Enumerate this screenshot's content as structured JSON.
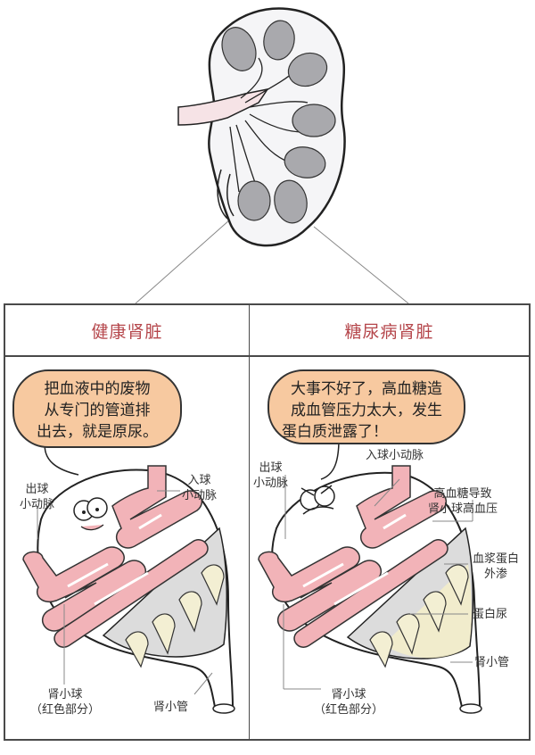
{
  "diagram": {
    "top_illustration": "kidney-cross-section",
    "colors": {
      "title_text": "#b5464b",
      "bubble_fill": "#f7c9a0",
      "glomerulus_pink": "#f2b3b8",
      "tubule_cream": "#f3efd3",
      "capsule_gray": "#dcdcdc",
      "frame": "#4a4a4a"
    },
    "panels": [
      {
        "title": "健康肾脏",
        "bubble_lines": [
          "把血液中的废物",
          "从专门的管道排",
          "出去，就是原尿。"
        ],
        "labels": {
          "efferent_line1": "出球",
          "efferent_line2": "小动脉",
          "afferent_line1": "入球",
          "afferent_line2": "小动脉",
          "glomerulus_line1": "肾小球",
          "glomerulus_line2": "（红色部分）",
          "tubule": "肾小管"
        }
      },
      {
        "title": "糖尿病肾脏",
        "bubble_lines": [
          "大事不好了，高血糖造",
          "成血管压力太大，发生",
          "蛋白质泄露了！"
        ],
        "labels": {
          "efferent_line1": "出球",
          "efferent_line2": "小动脉",
          "afferent": "入球小动脉",
          "hypertension_line1": "高血糖导致",
          "hypertension_line2": "肾小球高血压",
          "leak_line1": "血浆蛋白",
          "leak_line2": "外渗",
          "proteinuria": "蛋白尿",
          "glomerulus_line1": "肾小球",
          "glomerulus_line2": "（红色部分）",
          "tubule": "肾小管"
        }
      }
    ]
  }
}
